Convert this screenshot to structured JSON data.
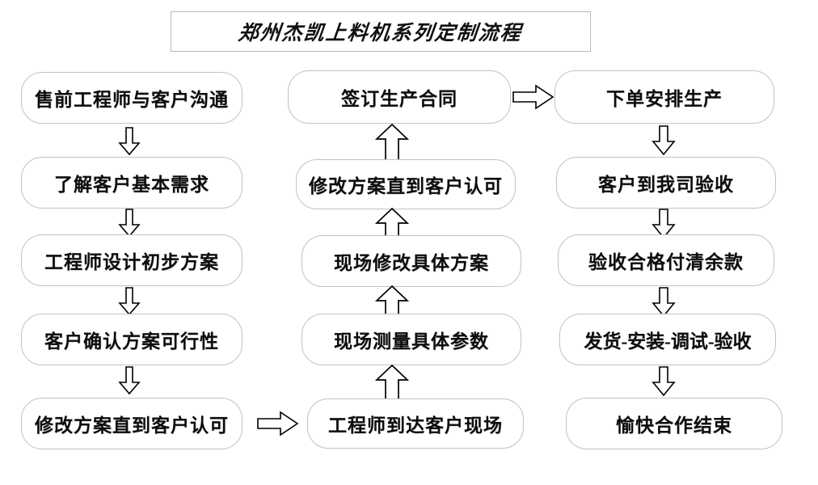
{
  "title": {
    "text": "郑州杰凯上料机系列定制流程"
  },
  "columns": [
    {
      "id": "column-1",
      "direction": "down",
      "nodes": [
        {
          "id": "node-presale-communication",
          "label": "售前工程师与客户沟通"
        },
        {
          "id": "node-understand-needs",
          "label": "了解客户基本需求"
        },
        {
          "id": "node-engineer-design",
          "label": "工程师设计初步方案"
        },
        {
          "id": "node-customer-confirm",
          "label": "客户确认方案可行性"
        },
        {
          "id": "node-revise-until-approved-1",
          "label": "修改方案直到客户认可"
        }
      ]
    },
    {
      "id": "column-2",
      "direction": "up",
      "nodes": [
        {
          "id": "node-sign-contract",
          "label": "签订生产合同"
        },
        {
          "id": "node-revise-until-approved-2",
          "label": "修改方案直到客户认可"
        },
        {
          "id": "node-onsite-revise-plan",
          "label": "现场修改具体方案"
        },
        {
          "id": "node-onsite-measure",
          "label": "现场测量具体参数"
        },
        {
          "id": "node-engineer-arrive",
          "label": "工程师到达客户现场"
        }
      ]
    },
    {
      "id": "column-3",
      "direction": "down",
      "nodes": [
        {
          "id": "node-place-order",
          "label": "下单安排生产"
        },
        {
          "id": "node-customer-inspection",
          "label": "客户到我司验收"
        },
        {
          "id": "node-pay-balance",
          "label": "验收合格付清余款"
        },
        {
          "id": "node-ship-install-debug-accept",
          "label": "发货-安装-调试-验收"
        },
        {
          "id": "node-happy-cooperation-end",
          "label": "愉快合作结束"
        }
      ]
    }
  ],
  "connectors": [
    {
      "id": "arrow-c1-r1-r2",
      "icon": "arrow-down-icon",
      "direction": "down"
    },
    {
      "id": "arrow-c1-r2-r3",
      "icon": "arrow-down-icon",
      "direction": "down"
    },
    {
      "id": "arrow-c1-r3-r4",
      "icon": "arrow-down-icon",
      "direction": "down"
    },
    {
      "id": "arrow-c1-r4-r5",
      "icon": "arrow-down-icon",
      "direction": "down"
    },
    {
      "id": "arrow-c1-to-c2",
      "icon": "arrow-right-icon",
      "direction": "right"
    },
    {
      "id": "arrow-c2-r5-r4",
      "icon": "arrow-up-icon",
      "direction": "up"
    },
    {
      "id": "arrow-c2-r4-r3",
      "icon": "arrow-up-icon",
      "direction": "up"
    },
    {
      "id": "arrow-c2-r3-r2",
      "icon": "arrow-up-icon",
      "direction": "up"
    },
    {
      "id": "arrow-c2-r2-r1",
      "icon": "arrow-up-icon",
      "direction": "up"
    },
    {
      "id": "arrow-c2-to-c3",
      "icon": "arrow-right-icon",
      "direction": "right"
    },
    {
      "id": "arrow-c3-r1-r2",
      "icon": "arrow-down-icon",
      "direction": "down"
    },
    {
      "id": "arrow-c3-r2-r3",
      "icon": "arrow-down-icon",
      "direction": "down"
    },
    {
      "id": "arrow-c3-r3-r4",
      "icon": "arrow-down-icon",
      "direction": "down"
    },
    {
      "id": "arrow-c3-r4-r5",
      "icon": "arrow-down-icon",
      "direction": "down"
    }
  ],
  "colors": {
    "background": "#ffffff",
    "node_border": "#c2c2c2",
    "title_border": "#b9b9b9",
    "text": "#0d0d0d",
    "arrow_stroke": "#000000"
  }
}
